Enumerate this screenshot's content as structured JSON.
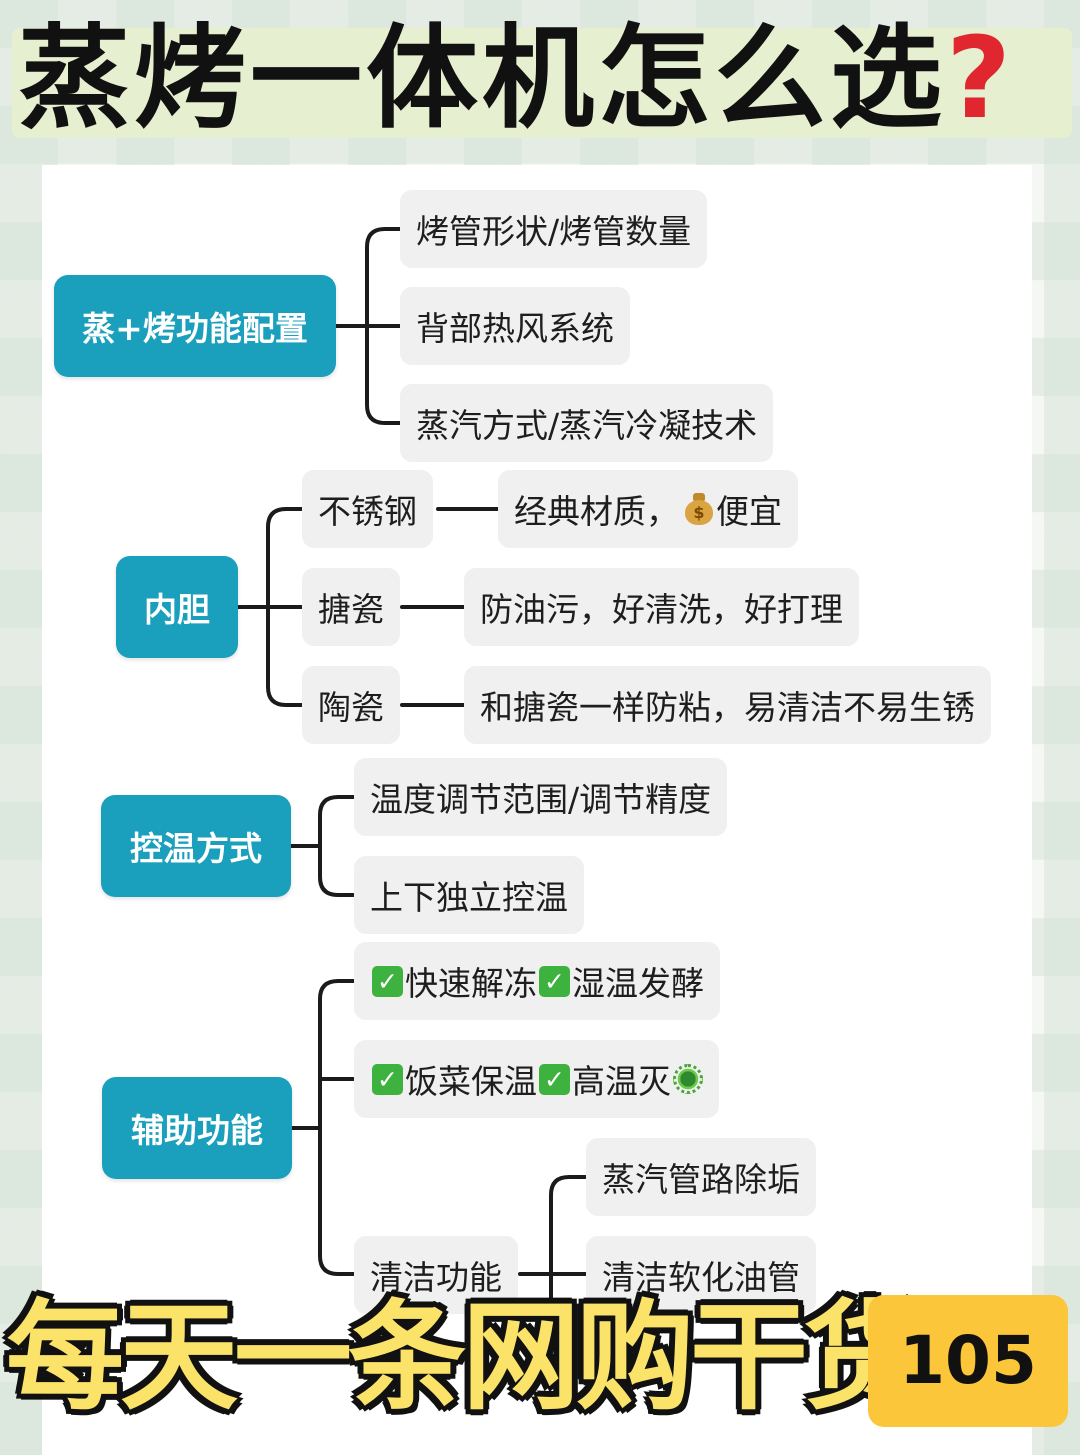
{
  "title": {
    "text": "蒸烤一体机怎么选",
    "mark": "?"
  },
  "groups": [
    {
      "label": "蒸+烤功能配置",
      "items": [
        "烤管形状/烤管数量",
        "背部热风系统",
        "蒸汽方式/蒸汽冷凝技术"
      ]
    },
    {
      "label": "内胆",
      "items": [
        {
          "name": "不锈钢",
          "desc_a": "经典材质，",
          "desc_icon": "money-bag-icon",
          "desc_b": "便宜"
        },
        {
          "name": "搪瓷",
          "desc": "防油污，好清洗，好打理"
        },
        {
          "name": "陶瓷",
          "desc": "和搪瓷一样防粘，易清洁不易生锈"
        }
      ]
    },
    {
      "label": "控温方式",
      "items": [
        "温度调节范围/调节精度",
        "上下独立控温"
      ]
    },
    {
      "label": "辅助功能",
      "items": [
        {
          "parts": [
            "快速解冻",
            "湿温发酵"
          ]
        },
        {
          "parts": [
            "饭菜保温",
            "高温灭"
          ],
          "tail_icon": "germ-icon"
        },
        {
          "name": "清洁功能",
          "children": [
            "蒸汽管路除垢",
            "清洁软化油管"
          ]
        }
      ]
    }
  ],
  "banner": {
    "text": "每天一条网购干货",
    "number": "105"
  },
  "colors": {
    "main_node": "#1a9fbd",
    "sub_node": "#f0f0f0",
    "title_mark": "#e0262e",
    "banner_text": "#fbe36a",
    "counter_bg": "#fbc63a"
  }
}
